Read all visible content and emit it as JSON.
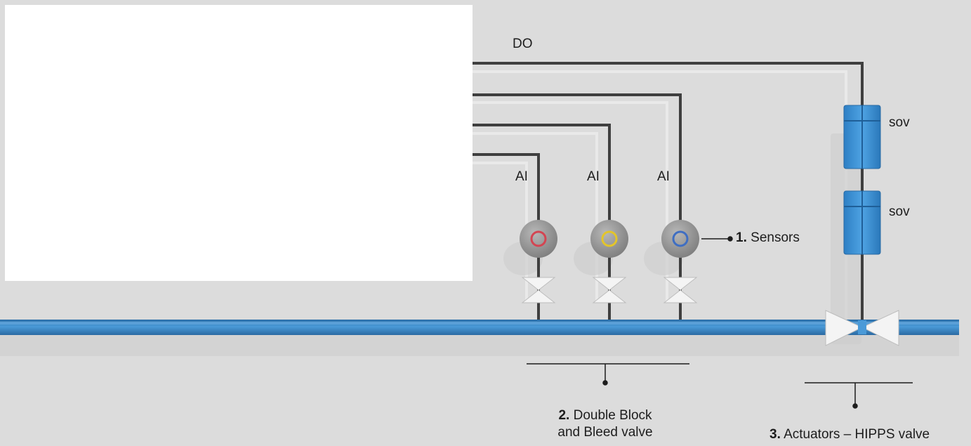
{
  "labels": {
    "do": "DO",
    "ai": [
      "AI",
      "AI",
      "AI"
    ],
    "sov_top": "sov",
    "sov_bottom": "sov"
  },
  "callouts": {
    "sensors": {
      "num": "1.",
      "text": "Sensors"
    },
    "dbb": {
      "num": "2.",
      "line1": "Double Block",
      "line2": "and Bleed valve"
    },
    "actuators": {
      "num": "3.",
      "text": "Actuators – HIPPS valve"
    }
  },
  "colors": {
    "background": "#dcdcdc",
    "pipeline": "#3a87c6",
    "wire": "#3f3f3f",
    "sov": "#3d8fd1",
    "sensor_rings": [
      "#d34552",
      "#e3c52a",
      "#3f6ec2"
    ]
  }
}
